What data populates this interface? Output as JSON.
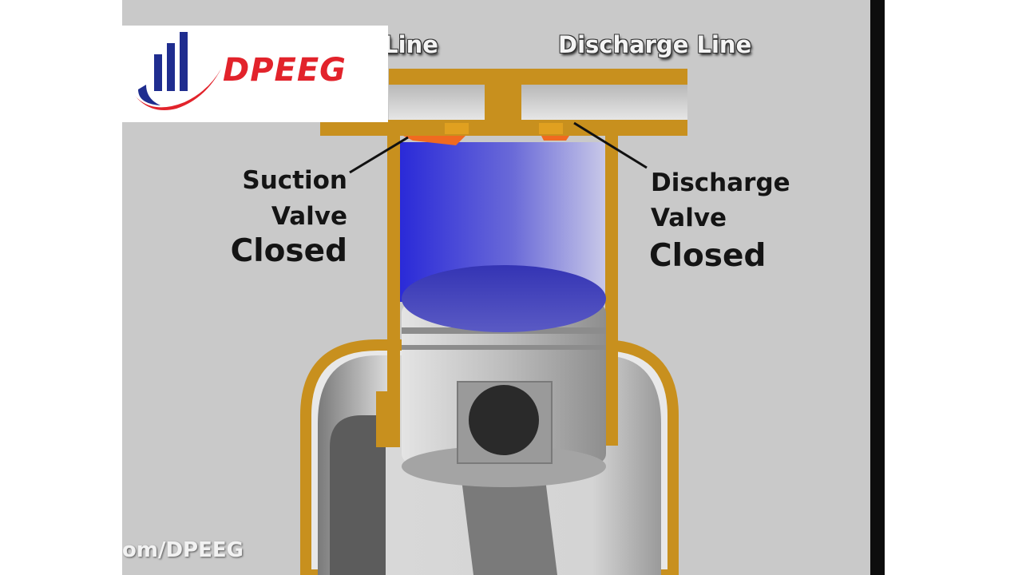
{
  "labels": {
    "suction_line": "Suction Line",
    "discharge_line": "Discharge Line",
    "suction_valve_1": "Suction",
    "suction_valve_2": "Valve",
    "suction_state": "Closed",
    "discharge_valve_1": "Discharge",
    "discharge_valve_2": "Valve",
    "discharge_state": "Closed"
  },
  "logo": {
    "text": "DPEEG",
    "icon": "building-swoosh-logo"
  },
  "watermark": {
    "text": "om/DPEEG"
  },
  "colors": {
    "background": "#c9c9c9",
    "cylinder_wall": "#c8901e",
    "gas": "#3a3ad0",
    "piston": "#b9b9b9",
    "piston_top": "#3a3ab8",
    "valve": "#e0a020",
    "logo_red": "#e2232b",
    "logo_blue": "#1f2d8f"
  }
}
